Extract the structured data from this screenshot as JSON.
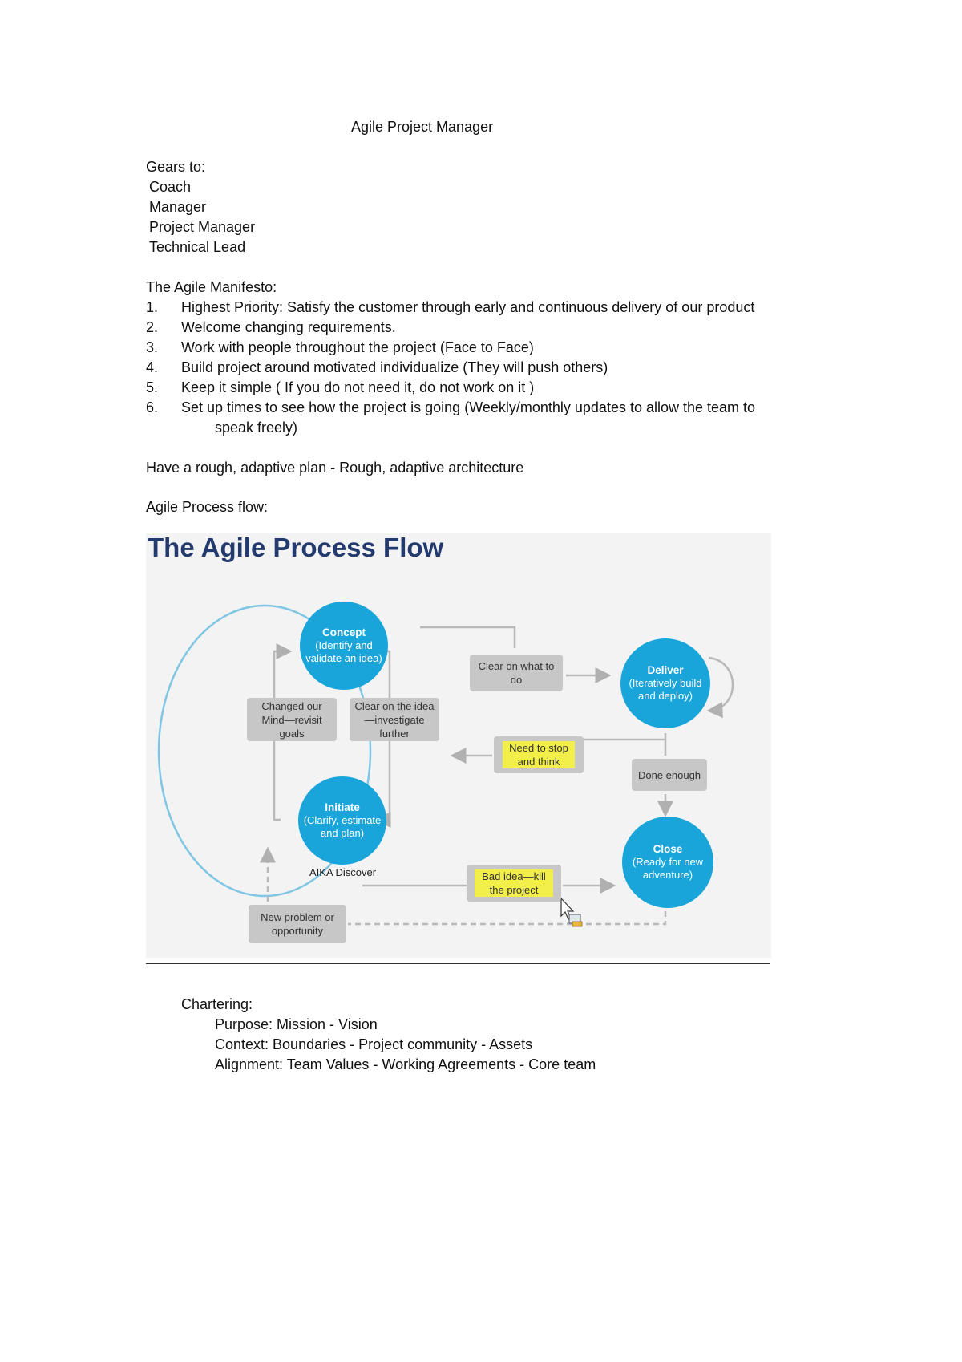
{
  "title": "Agile Project Manager",
  "gears": {
    "heading": "Gears to:",
    "items": [
      "Coach",
      "Manager",
      "Project Manager",
      "Technical Lead"
    ]
  },
  "manifesto": {
    "heading": "The Agile Manifesto:",
    "items": [
      {
        "num": "1.",
        "text": "Highest Priority: Satisfy the customer through early and continuous delivery of our product"
      },
      {
        "num": "2.",
        "text": "Welcome changing requirements."
      },
      {
        "num": "3.",
        "text": "Work with people throughout the project (Face to Face)"
      },
      {
        "num": "4.",
        "text": "Build project around motivated individualize (They will push others)"
      },
      {
        "num": "5.",
        "text": "Keep it simple ( If you do not need it, do not work on it )"
      },
      {
        "num": "6.",
        "text": "Set up times to see how the project is going (Weekly/monthly updates to allow the team to",
        "cont": "speak freely)"
      }
    ]
  },
  "plan_line": "Have a rough, adaptive plan - Rough, adaptive architecture",
  "flow_label": "Agile Process flow:",
  "figure": {
    "title": "The Agile Process Flow",
    "concept": {
      "name": "Concept",
      "desc": "(Identify and validate an idea)"
    },
    "initiate": {
      "name": "Initiate",
      "desc": "(Clarify, estimate and plan)"
    },
    "deliver": {
      "name": "Deliver",
      "desc": "(Iteratively build and deploy)"
    },
    "close": {
      "name": "Close",
      "desc": "(Ready for new adventure)"
    },
    "changed_mind": "Changed our Mind—revisit goals",
    "clear_idea": "Clear on the idea —investigate further",
    "clear_what": "Clear on what to do",
    "need_stop": "Need to stop and think",
    "done_enough": "Done enough",
    "bad_idea": "Bad idea—kill the project",
    "new_problem": "New problem or opportunity",
    "aka": "AIKA Discover"
  },
  "chartering": {
    "heading": "Chartering:",
    "purpose": "Purpose: Mission - Vision",
    "context": "Context: Boundaries - Project community - Assets",
    "alignment": "Alignment: Team Values - Working Agreements - Core team"
  },
  "colors": {
    "accent_blue": "#1aa5da",
    "title_navy": "#233a6e",
    "highlight": "#f2ee4a",
    "box_gray": "#c7c7c7"
  }
}
